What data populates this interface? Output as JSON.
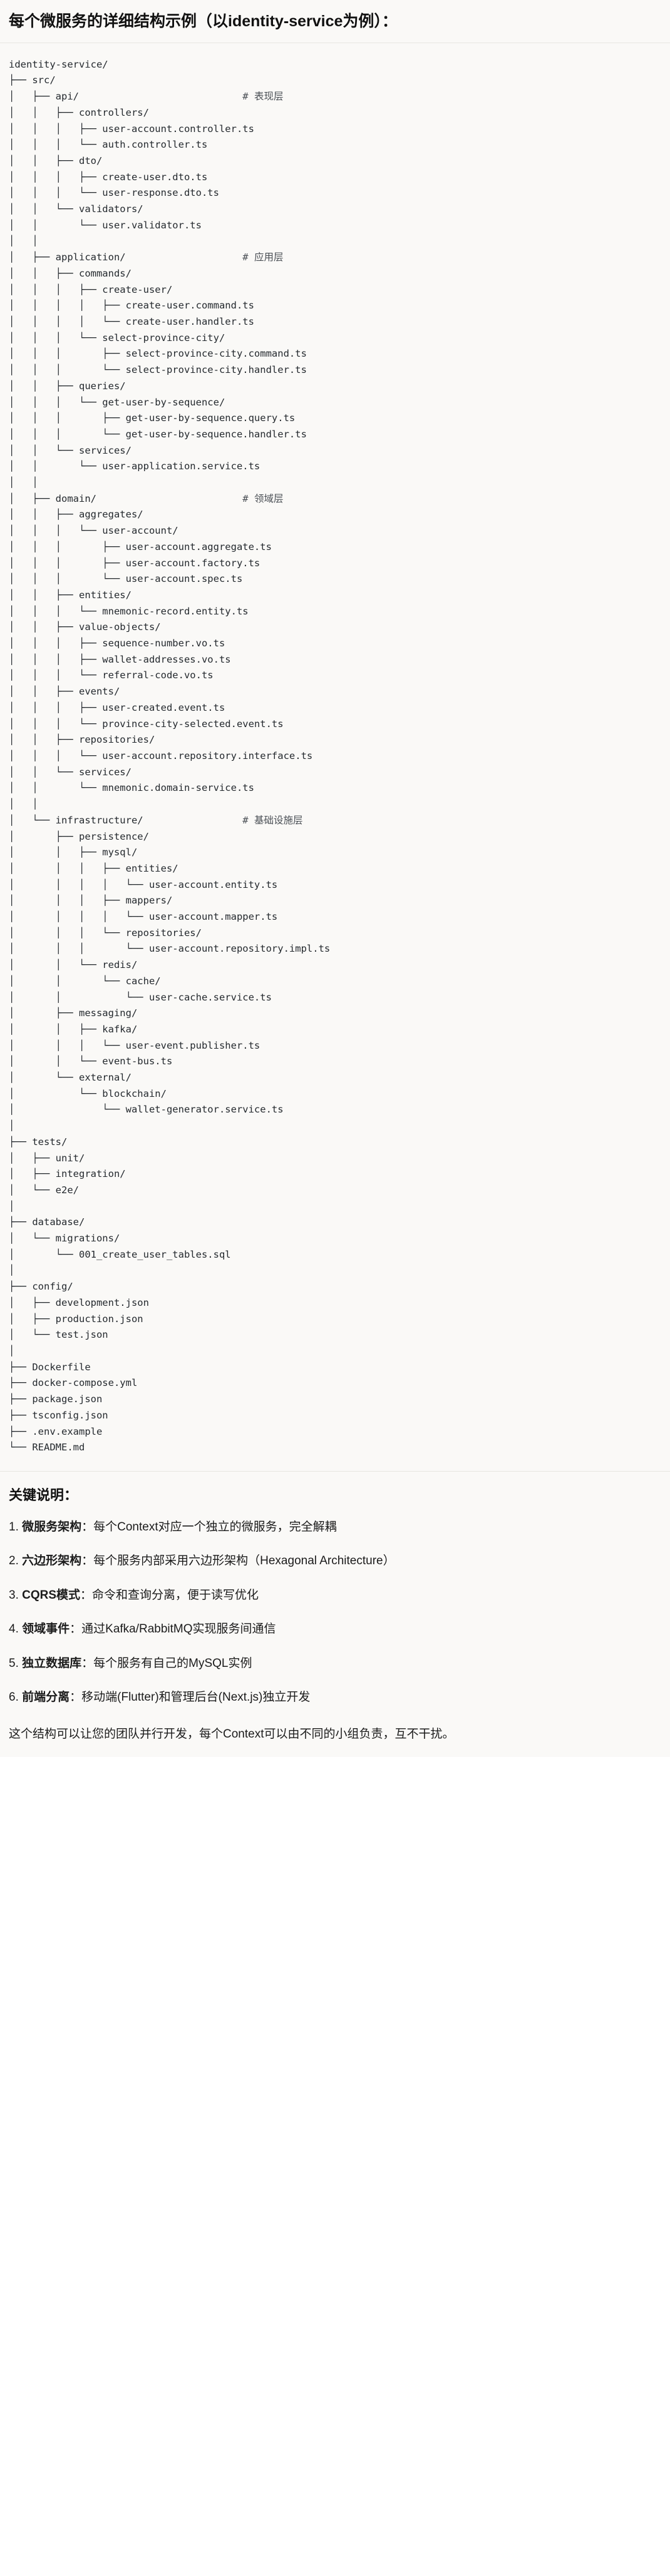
{
  "heading": {
    "text": "每个微服务的详细结构示例（以identity-service为例）："
  },
  "tree": {
    "lines": [
      {
        "text": "identity-service/",
        "comment": ""
      },
      {
        "text": "├── src/",
        "comment": ""
      },
      {
        "text": "│   ├── api/",
        "comment": "# 表现层"
      },
      {
        "text": "│   │   ├── controllers/",
        "comment": ""
      },
      {
        "text": "│   │   │   ├── user-account.controller.ts",
        "comment": ""
      },
      {
        "text": "│   │   │   └── auth.controller.ts",
        "comment": ""
      },
      {
        "text": "│   │   ├── dto/",
        "comment": ""
      },
      {
        "text": "│   │   │   ├── create-user.dto.ts",
        "comment": ""
      },
      {
        "text": "│   │   │   └── user-response.dto.ts",
        "comment": ""
      },
      {
        "text": "│   │   └── validators/",
        "comment": ""
      },
      {
        "text": "│   │       └── user.validator.ts",
        "comment": ""
      },
      {
        "text": "│   │",
        "comment": ""
      },
      {
        "text": "│   ├── application/",
        "comment": "# 应用层"
      },
      {
        "text": "│   │   ├── commands/",
        "comment": ""
      },
      {
        "text": "│   │   │   ├── create-user/",
        "comment": ""
      },
      {
        "text": "│   │   │   │   ├── create-user.command.ts",
        "comment": ""
      },
      {
        "text": "│   │   │   │   └── create-user.handler.ts",
        "comment": ""
      },
      {
        "text": "│   │   │   └── select-province-city/",
        "comment": ""
      },
      {
        "text": "│   │   │       ├── select-province-city.command.ts",
        "comment": ""
      },
      {
        "text": "│   │   │       └── select-province-city.handler.ts",
        "comment": ""
      },
      {
        "text": "│   │   ├── queries/",
        "comment": ""
      },
      {
        "text": "│   │   │   └── get-user-by-sequence/",
        "comment": ""
      },
      {
        "text": "│   │   │       ├── get-user-by-sequence.query.ts",
        "comment": ""
      },
      {
        "text": "│   │   │       └── get-user-by-sequence.handler.ts",
        "comment": ""
      },
      {
        "text": "│   │   └── services/",
        "comment": ""
      },
      {
        "text": "│   │       └── user-application.service.ts",
        "comment": ""
      },
      {
        "text": "│   │",
        "comment": ""
      },
      {
        "text": "│   ├── domain/",
        "comment": "# 领域层"
      },
      {
        "text": "│   │   ├── aggregates/",
        "comment": ""
      },
      {
        "text": "│   │   │   └── user-account/",
        "comment": ""
      },
      {
        "text": "│   │   │       ├── user-account.aggregate.ts",
        "comment": ""
      },
      {
        "text": "│   │   │       ├── user-account.factory.ts",
        "comment": ""
      },
      {
        "text": "│   │   │       └── user-account.spec.ts",
        "comment": ""
      },
      {
        "text": "│   │   ├── entities/",
        "comment": ""
      },
      {
        "text": "│   │   │   └── mnemonic-record.entity.ts",
        "comment": ""
      },
      {
        "text": "│   │   ├── value-objects/",
        "comment": ""
      },
      {
        "text": "│   │   │   ├── sequence-number.vo.ts",
        "comment": ""
      },
      {
        "text": "│   │   │   ├── wallet-addresses.vo.ts",
        "comment": ""
      },
      {
        "text": "│   │   │   └── referral-code.vo.ts",
        "comment": ""
      },
      {
        "text": "│   │   ├── events/",
        "comment": ""
      },
      {
        "text": "│   │   │   ├── user-created.event.ts",
        "comment": ""
      },
      {
        "text": "│   │   │   └── province-city-selected.event.ts",
        "comment": ""
      },
      {
        "text": "│   │   ├── repositories/",
        "comment": ""
      },
      {
        "text": "│   │   │   └── user-account.repository.interface.ts",
        "comment": ""
      },
      {
        "text": "│   │   └── services/",
        "comment": ""
      },
      {
        "text": "│   │       └── mnemonic.domain-service.ts",
        "comment": ""
      },
      {
        "text": "│   │",
        "comment": ""
      },
      {
        "text": "│   └── infrastructure/",
        "comment": "# 基础设施层"
      },
      {
        "text": "│       ├── persistence/",
        "comment": ""
      },
      {
        "text": "│       │   ├── mysql/",
        "comment": ""
      },
      {
        "text": "│       │   │   ├── entities/",
        "comment": ""
      },
      {
        "text": "│       │   │   │   └── user-account.entity.ts",
        "comment": ""
      },
      {
        "text": "│       │   │   ├── mappers/",
        "comment": ""
      },
      {
        "text": "│       │   │   │   └── user-account.mapper.ts",
        "comment": ""
      },
      {
        "text": "│       │   │   └── repositories/",
        "comment": ""
      },
      {
        "text": "│       │   │       └── user-account.repository.impl.ts",
        "comment": ""
      },
      {
        "text": "│       │   └── redis/",
        "comment": ""
      },
      {
        "text": "│       │       └── cache/",
        "comment": ""
      },
      {
        "text": "│       │           └── user-cache.service.ts",
        "comment": ""
      },
      {
        "text": "│       ├── messaging/",
        "comment": ""
      },
      {
        "text": "│       │   ├── kafka/",
        "comment": ""
      },
      {
        "text": "│       │   │   └── user-event.publisher.ts",
        "comment": ""
      },
      {
        "text": "│       │   └── event-bus.ts",
        "comment": ""
      },
      {
        "text": "│       └── external/",
        "comment": ""
      },
      {
        "text": "│           └── blockchain/",
        "comment": ""
      },
      {
        "text": "│               └── wallet-generator.service.ts",
        "comment": ""
      },
      {
        "text": "│",
        "comment": ""
      },
      {
        "text": "├── tests/",
        "comment": ""
      },
      {
        "text": "│   ├── unit/",
        "comment": ""
      },
      {
        "text": "│   ├── integration/",
        "comment": ""
      },
      {
        "text": "│   └── e2e/",
        "comment": ""
      },
      {
        "text": "│",
        "comment": ""
      },
      {
        "text": "├── database/",
        "comment": ""
      },
      {
        "text": "│   └── migrations/",
        "comment": ""
      },
      {
        "text": "│       └── 001_create_user_tables.sql",
        "comment": ""
      },
      {
        "text": "│",
        "comment": ""
      },
      {
        "text": "├── config/",
        "comment": ""
      },
      {
        "text": "│   ├── development.json",
        "comment": ""
      },
      {
        "text": "│   ├── production.json",
        "comment": ""
      },
      {
        "text": "│   └── test.json",
        "comment": ""
      },
      {
        "text": "│",
        "comment": ""
      },
      {
        "text": "├── Dockerfile",
        "comment": ""
      },
      {
        "text": "├── docker-compose.yml",
        "comment": ""
      },
      {
        "text": "├── package.json",
        "comment": ""
      },
      {
        "text": "├── tsconfig.json",
        "comment": ""
      },
      {
        "text": "├── .env.example",
        "comment": ""
      },
      {
        "text": "└── README.md",
        "comment": ""
      }
    ],
    "comment_column": 40
  },
  "notes": {
    "title": "关键说明：",
    "items": [
      {
        "num": "1.",
        "term": "微服务架构",
        "desc": "：每个Context对应一个独立的微服务，完全解耦"
      },
      {
        "num": "2.",
        "term": "六边形架构",
        "desc": "：每个服务内部采用六边形架构（Hexagonal Architecture）"
      },
      {
        "num": "3.",
        "term": "CQRS模式",
        "desc": "：命令和查询分离，便于读写优化"
      },
      {
        "num": "4.",
        "term": "领域事件",
        "desc": "：通过Kafka/RabbitMQ实现服务间通信"
      },
      {
        "num": "5.",
        "term": "独立数据库",
        "desc": "：每个服务有自己的MySQL实例"
      },
      {
        "num": "6.",
        "term": "前端分离",
        "desc": "：移动端(Flutter)和管理后台(Next.js)独立开发"
      }
    ],
    "closing": "这个结构可以让您的团队并行开发，每个Context可以由不同的小组负责，互不干扰。"
  }
}
